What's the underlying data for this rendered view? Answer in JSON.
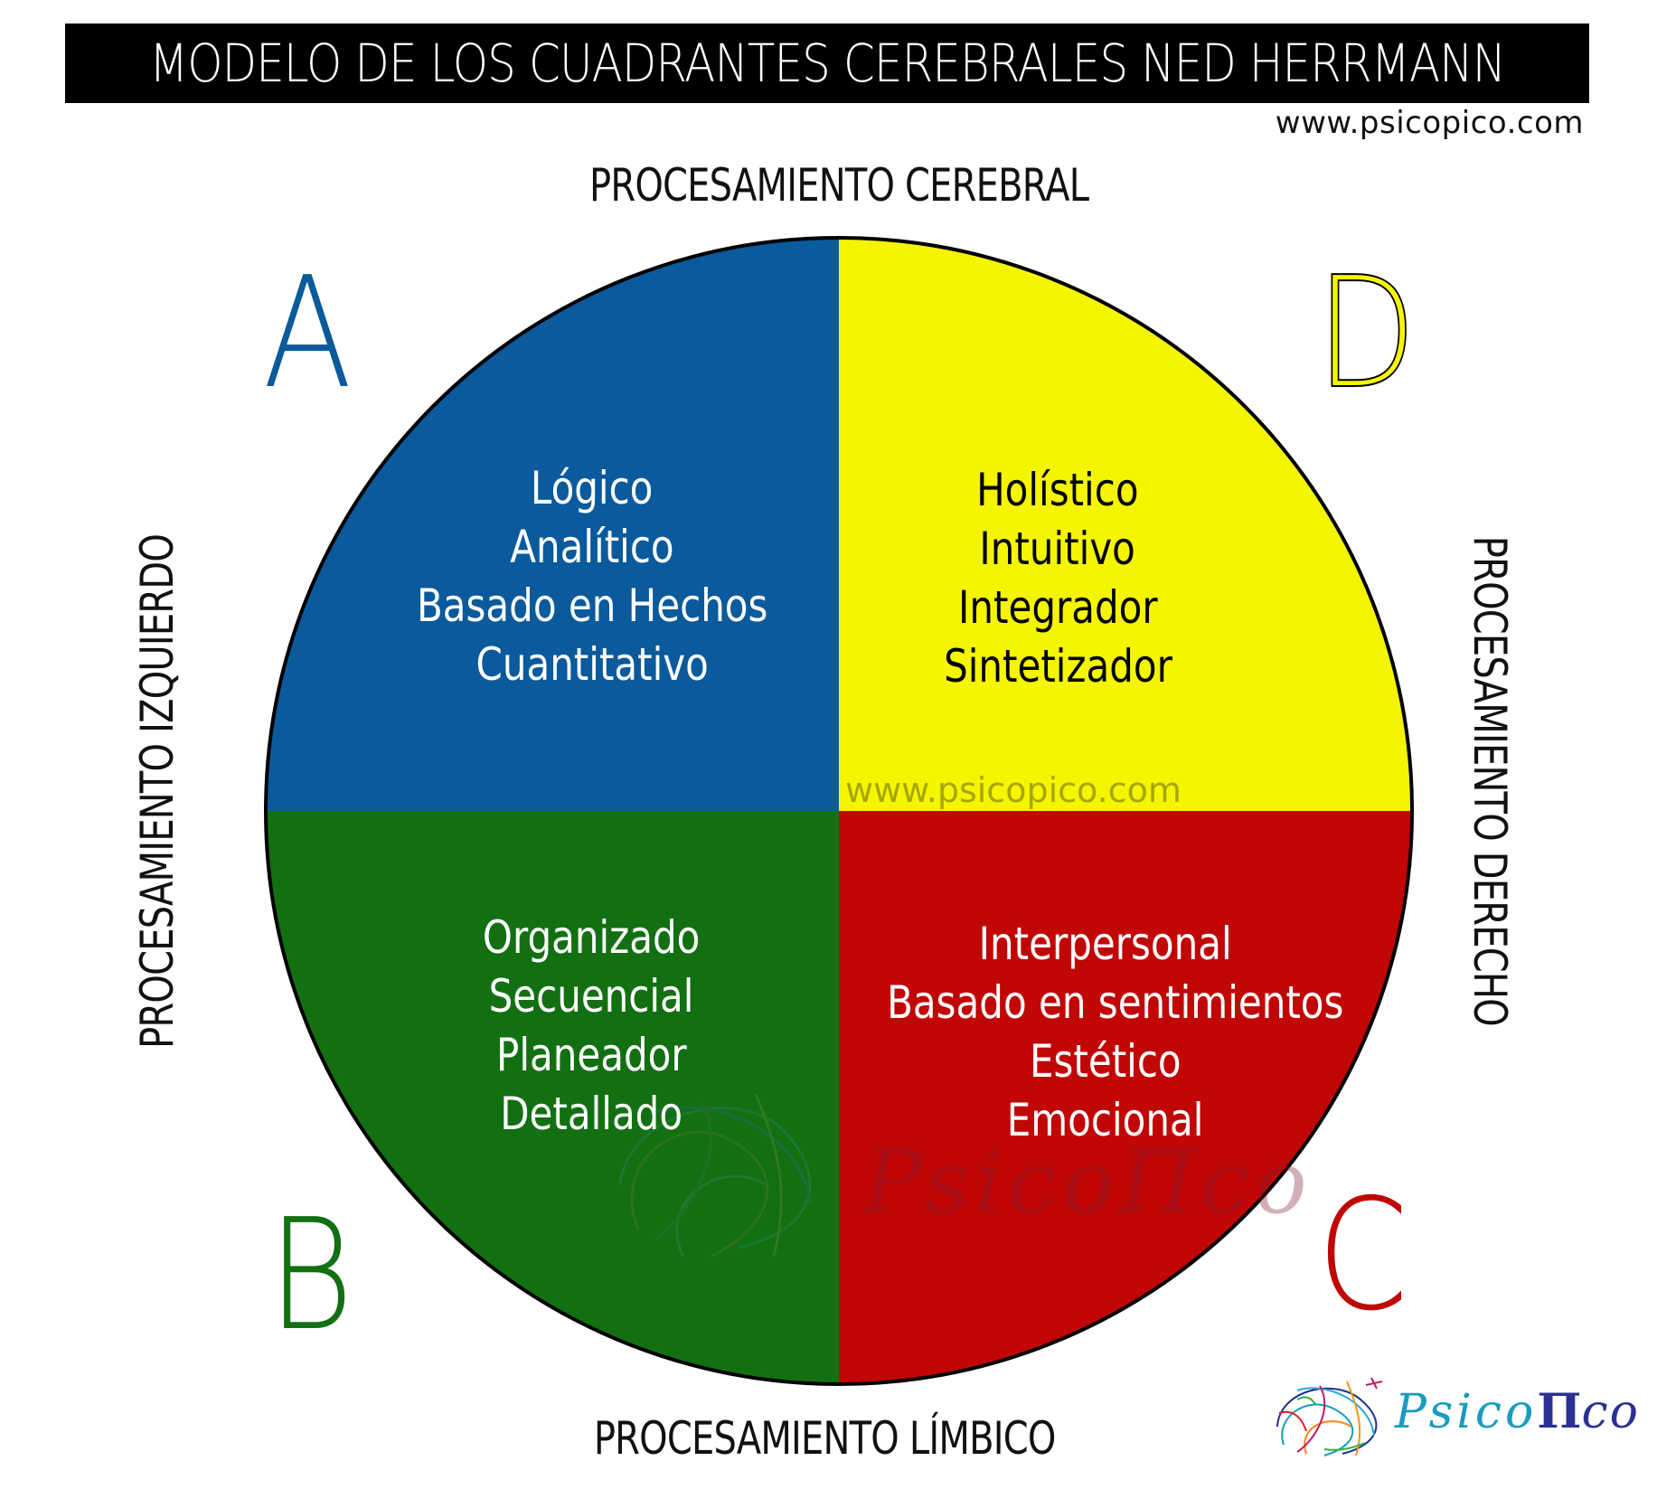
{
  "header": {
    "title": "MODELO DE LOS CUADRANTES CEREBRALES NED HERRMANN",
    "site_url": "www.psicopico.com"
  },
  "axes": {
    "top": "PROCESAMIENTO CEREBRAL",
    "bottom": "PROCESAMIENTO LÍMBICO",
    "left": "PROCESAMIENTO IZQUIERDO",
    "right": "PROCESAMIENTO DERECHO"
  },
  "quadrants": {
    "A": {
      "letter": "A",
      "position": "top-left",
      "color": "#0a5a9c",
      "text_color": "#ffffff",
      "traits": [
        "Lógico",
        "Analítico",
        "Basado en Hechos",
        "Cuantitativo"
      ]
    },
    "D": {
      "letter": "D",
      "position": "top-right",
      "color": "#f5f500",
      "text_color": "#000000",
      "traits": [
        "Holístico",
        "Intuitivo",
        "Integrador",
        "Sintetizador"
      ]
    },
    "B": {
      "letter": "B",
      "position": "bottom-left",
      "color": "#127012",
      "text_color": "#ffffff",
      "traits": [
        "Organizado",
        "Secuencial",
        "Planeador",
        "Detallado"
      ]
    },
    "C": {
      "letter": "C",
      "position": "bottom-right",
      "color": "#c10606",
      "text_color": "#ffffff",
      "traits": [
        "Interpersonal",
        "Basado en sentimientos",
        "Estético",
        "Emocional"
      ]
    }
  },
  "watermark": {
    "url": "www.psicopico.com",
    "brand": "PsicoΠco"
  },
  "logo": {
    "part1": "Psico",
    "part2": "Π",
    "part3": "co",
    "icon": "brain-scribble-icon"
  }
}
